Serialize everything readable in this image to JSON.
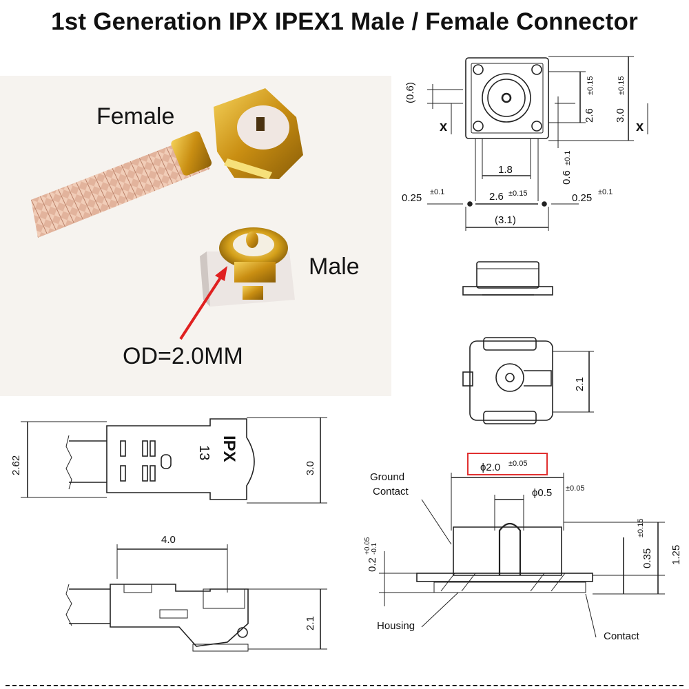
{
  "title": "1st Generation IPX IPEX1 Male / Female Connector",
  "photo": {
    "female_label": "Female",
    "male_label": "Male",
    "od_label": "OD=2.0MM"
  },
  "top_view": {
    "d_06": "(0.6)",
    "d_26": "2.6",
    "tol_26": "±0.15",
    "d_30": "3.0",
    "tol_30": "±0.15",
    "x_mark": "x",
    "d_18": "1.8",
    "d_06b": "0.6",
    "tol_06b": "±0.1",
    "d_025": "0.25",
    "tol_025": "±0.1",
    "d_26b": "2.6",
    "tol_26b": "±0.15",
    "d_31": "(3.1)"
  },
  "bottom_view": {
    "d_21": "2.1"
  },
  "plug_side": {
    "d_262": "2.62",
    "d_30": "3.0",
    "marking_13": "13",
    "marking_ipx": "IPX",
    "d_40": "4.0",
    "d_21": "2.1"
  },
  "section": {
    "phi_20": "ϕ2.0",
    "tol_phi_20": "±0.05",
    "phi_05": "ϕ0.5",
    "tol_phi_05": "±0.05",
    "ground": "Ground",
    "contact_word": "Contact",
    "d_02": "0.2",
    "tol_02_up": "+0.05",
    "tol_02_dn": "-0.1",
    "d_035": "0.35",
    "tol_035": "±0.15",
    "d_125": "1.25",
    "housing": "Housing",
    "contact": "Contact"
  },
  "colors": {
    "highlight_box": "#e03030",
    "arrow": "#e02020",
    "cable": "#d9a58c",
    "gold": "#d4a01a"
  }
}
